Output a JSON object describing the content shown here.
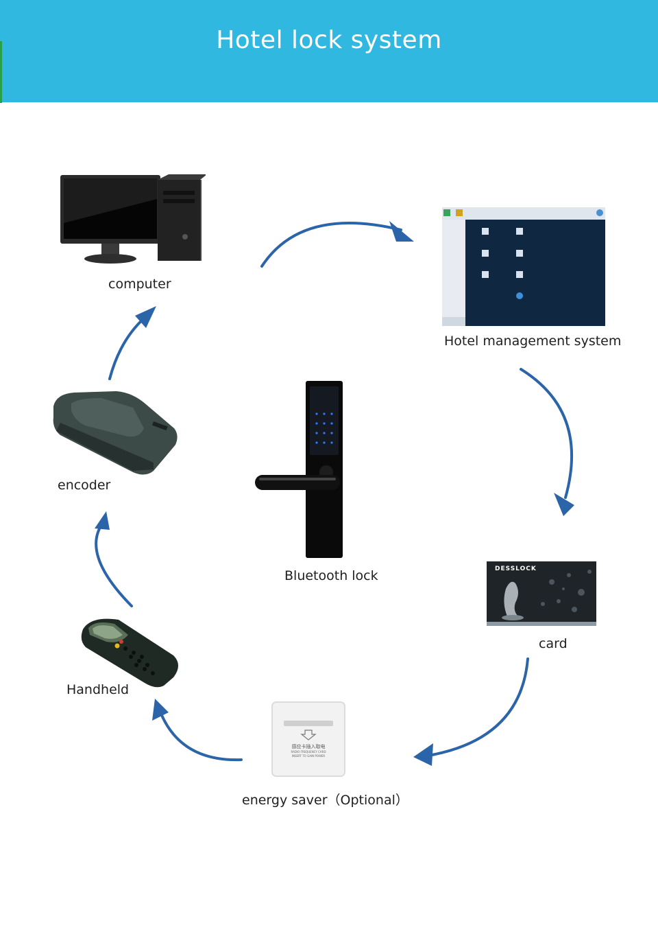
{
  "header": {
    "title": "Hotel lock system"
  },
  "nodes": {
    "computer": {
      "label": "computer"
    },
    "hms": {
      "label": "Hotel management system"
    },
    "card": {
      "label": "card",
      "brand": "DESSLOCK"
    },
    "energy_saver": {
      "label": "energy saver（Optional）",
      "plate_cn": "感应卡插入取电",
      "plate_en1": "RADIO FREQUENCY CARD",
      "plate_en2": "INSERT TO GAIN POWER"
    },
    "handheld": {
      "label": "Handheld"
    },
    "encoder": {
      "label": "encoder"
    },
    "lock": {
      "label": "Bluetooth lock"
    }
  },
  "colors": {
    "header": "#30b8e0",
    "arrow": "#2b64a8"
  }
}
